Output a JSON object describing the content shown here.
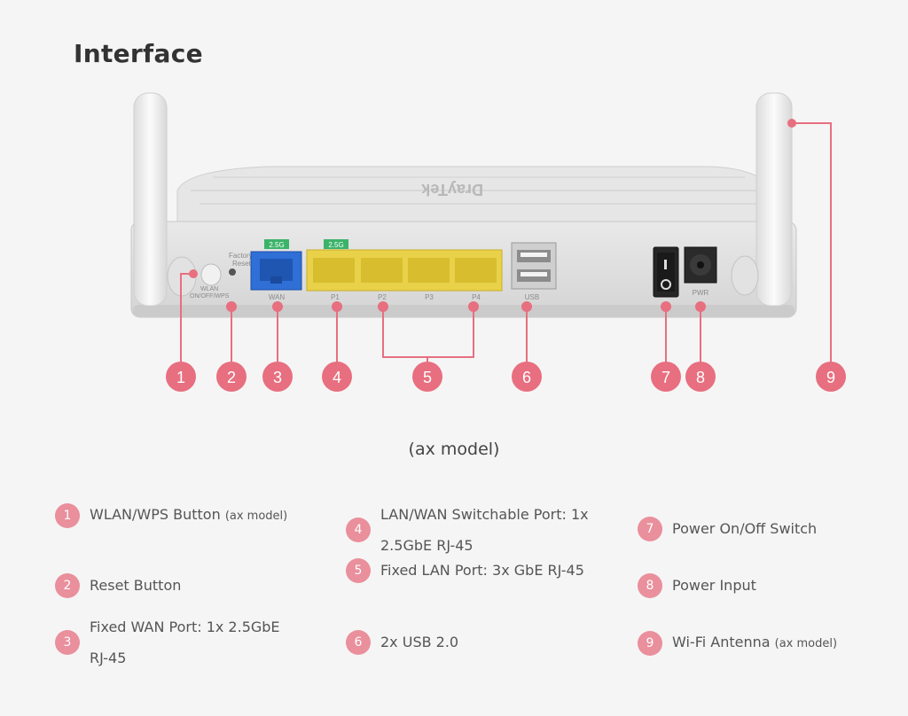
{
  "title": "Interface",
  "caption": "(ax model)",
  "router": {
    "brand": "DrayTek",
    "speed_label_1": "2.5G",
    "speed_label_2": "2.5G",
    "factory_label": "Factory",
    "factory_label_2": "Reset",
    "wlan_label": "WLAN",
    "wlan_label_2": "ON/OFF/WPS",
    "wan_port_label": "WAN",
    "lan_port_labels": [
      "P1",
      "P2",
      "P3",
      "P4"
    ],
    "usb_label": "USB",
    "pwr_label": "PWR"
  },
  "markers": [
    "1",
    "2",
    "3",
    "4",
    "5",
    "6",
    "7",
    "8",
    "9"
  ],
  "legend": [
    {
      "num": "1",
      "text": "WLAN/WPS Button",
      "note": "(ax model)"
    },
    {
      "num": "2",
      "text": "Reset Button",
      "note": ""
    },
    {
      "num": "3",
      "text": "Fixed WAN Port: 1x 2.5GbE RJ-45",
      "note": ""
    },
    {
      "num": "4",
      "text": "LAN/WAN Switchable Port: 1x 2.5GbE RJ-45",
      "note": ""
    },
    {
      "num": "5",
      "text": "Fixed LAN Port: 3x GbE RJ-45",
      "note": ""
    },
    {
      "num": "6",
      "text": "2x USB 2.0",
      "note": ""
    },
    {
      "num": "7",
      "text": "Power On/Off Switch",
      "note": ""
    },
    {
      "num": "8",
      "text": "Power Input",
      "note": ""
    },
    {
      "num": "9",
      "text": "Wi-Fi Antenna",
      "note": "(ax model)"
    }
  ],
  "colors": {
    "marker": "#e76f80",
    "badge": "#ea8f9c",
    "wan": "#2f6fd6",
    "lan": "#e9d24a",
    "speed": "#3cb36a"
  }
}
